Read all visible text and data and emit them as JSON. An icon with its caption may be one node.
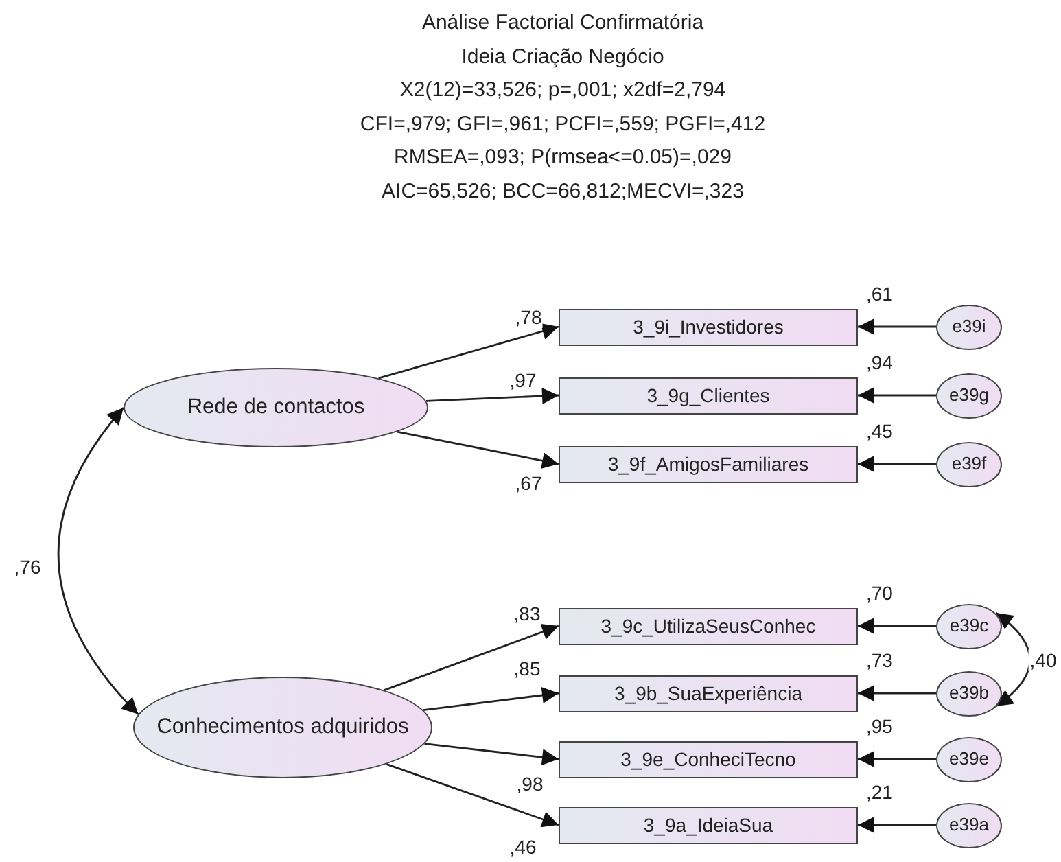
{
  "diagram": {
    "title": "Análise Factorial Confirmatória",
    "labels": [
      "Ideia Criação Negócio",
      "X2(12)=33,526; p=,001; x2df=2,794",
      "CFI=,979; GFI=,961; PCFI=,559; PGFI=,412",
      "RMSEA=,093; P(rmsea<=0.05)=,029",
      "AIC=65,526; BCC=66,812;MECVI=,323"
    ],
    "nodes": [
      {
        "text": [
          "Rede de contactos"
        ]
      },
      {
        "text": [
          "Conhecimentos adquiridos"
        ]
      },
      {
        "text": [
          "3_9i_Investidores"
        ],
        "beside": [
          ",61"
        ]
      },
      {
        "text": [
          "3_9g_Clientes"
        ],
        "beside": [
          ",94"
        ]
      },
      {
        "text": [
          "3_9f_AmigosFamiliares"
        ],
        "beside": [
          ",45"
        ]
      },
      {
        "text": [
          "3_9c_UtilizaSeusConhec"
        ],
        "beside": [
          ",70"
        ]
      },
      {
        "text": [
          "3_9b_SuaExperiência"
        ],
        "beside": [
          ",73"
        ]
      },
      {
        "text": [
          "3_9e_ConheciTecno"
        ],
        "beside": [
          ",95"
        ]
      },
      {
        "text": [
          "3_9a_IdeiaSua"
        ],
        "beside": [
          ",21"
        ]
      },
      {
        "text": [
          "e39i"
        ]
      },
      {
        "text": [
          "e39g"
        ]
      },
      {
        "text": [
          "e39f"
        ]
      },
      {
        "text": [
          "e39c"
        ]
      },
      {
        "text": [
          "e39b"
        ]
      },
      {
        "text": [
          "e39e"
        ]
      },
      {
        "text": [
          "e39a"
        ]
      }
    ],
    "edges": [
      {
        "from": 0,
        "to": 2,
        "arrow": "to",
        "label": ",78"
      },
      {
        "from": 0,
        "to": 3,
        "arrow": "to",
        "label": ",97"
      },
      {
        "from": 0,
        "to": 4,
        "arrow": "to",
        "label": ",67"
      },
      {
        "from": 1,
        "to": 5,
        "arrow": "to",
        "label": ",83"
      },
      {
        "from": 1,
        "to": 6,
        "arrow": "to",
        "label": ",85"
      },
      {
        "from": 1,
        "to": 7,
        "arrow": "to",
        "label": ",98"
      },
      {
        "from": 1,
        "to": 8,
        "arrow": "to",
        "label": ",46"
      },
      {
        "from": 9,
        "to": 2,
        "arrow": "to"
      },
      {
        "from": 10,
        "to": 3,
        "arrow": "to"
      },
      {
        "from": 11,
        "to": 4,
        "arrow": "to"
      },
      {
        "from": 12,
        "to": 5,
        "arrow": "to"
      },
      {
        "from": 13,
        "to": 6,
        "arrow": "to"
      },
      {
        "from": 14,
        "to": 7,
        "arrow": "to"
      },
      {
        "from": 15,
        "to": 8,
        "arrow": "to"
      },
      {
        "from": 0,
        "to": 1,
        "arrow": "both",
        "label": ",76"
      },
      {
        "from": 12,
        "to": 13,
        "arrow": "both",
        "label": ",40"
      }
    ]
  }
}
